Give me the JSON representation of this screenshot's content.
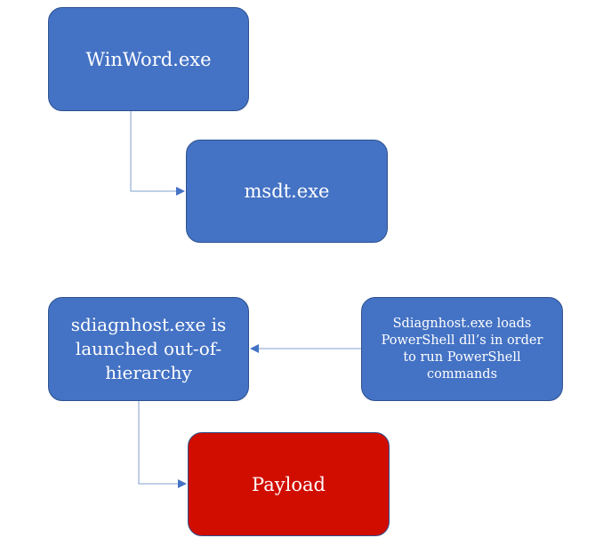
{
  "nodes": {
    "winword": {
      "label": "WinWord.exe",
      "color": "#4472c4"
    },
    "msdt": {
      "label": "msdt.exe",
      "color": "#4472c4"
    },
    "sdiagnhost": {
      "label": "sdiagnhost.exe is launched out-of-hierarchy",
      "color": "#4472c4"
    },
    "note": {
      "label": "Sdiagnhost.exe loads PowerShell dll’s in order to run PowerShell commands",
      "color": "#4472c4"
    },
    "payload": {
      "label": "Payload",
      "color": "#d10d00"
    }
  },
  "edges": [
    {
      "from": "winword",
      "to": "msdt"
    },
    {
      "from": "note",
      "to": "sdiagnhost"
    },
    {
      "from": "sdiagnhost",
      "to": "payload"
    }
  ],
  "connector_color": "#7f9fcf"
}
